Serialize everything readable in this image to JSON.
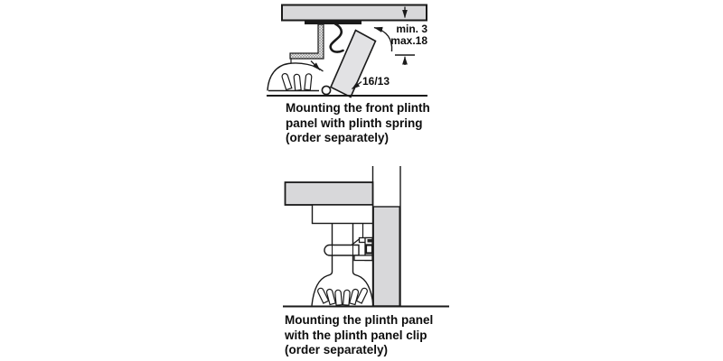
{
  "title": "Plinth panel mounting diagrams",
  "top_figure": {
    "dim_min": "min. 3",
    "dim_max": "max.18",
    "part_label": "16/13",
    "caption_lines": [
      "Mounting the front plinth",
      "panel with plinth spring",
      "(order separately)"
    ]
  },
  "bottom_figure": {
    "caption_lines": [
      "Mounting the plinth panel",
      "with the plinth panel clip",
      "(order separately)"
    ]
  },
  "icons": {
    "gap_arrow_down": "small solid triangle arrow pointing down inside cabinet bottom panel",
    "gap_arrow_up": "small solid triangle arrow pointing up to dimension bar",
    "rotation_arrow": "curved arrow showing tilt-in direction of plinth panel",
    "edge_pointer_arrow": "leader arrow pointing at panel edge",
    "part_pointer_arrow": "leader arrow from 16/13 label to pivot"
  },
  "colors": {
    "cabinet_gray": "#d8d8da",
    "panel_gray": "#e2e2e4",
    "line_black": "#1a1a1a"
  }
}
